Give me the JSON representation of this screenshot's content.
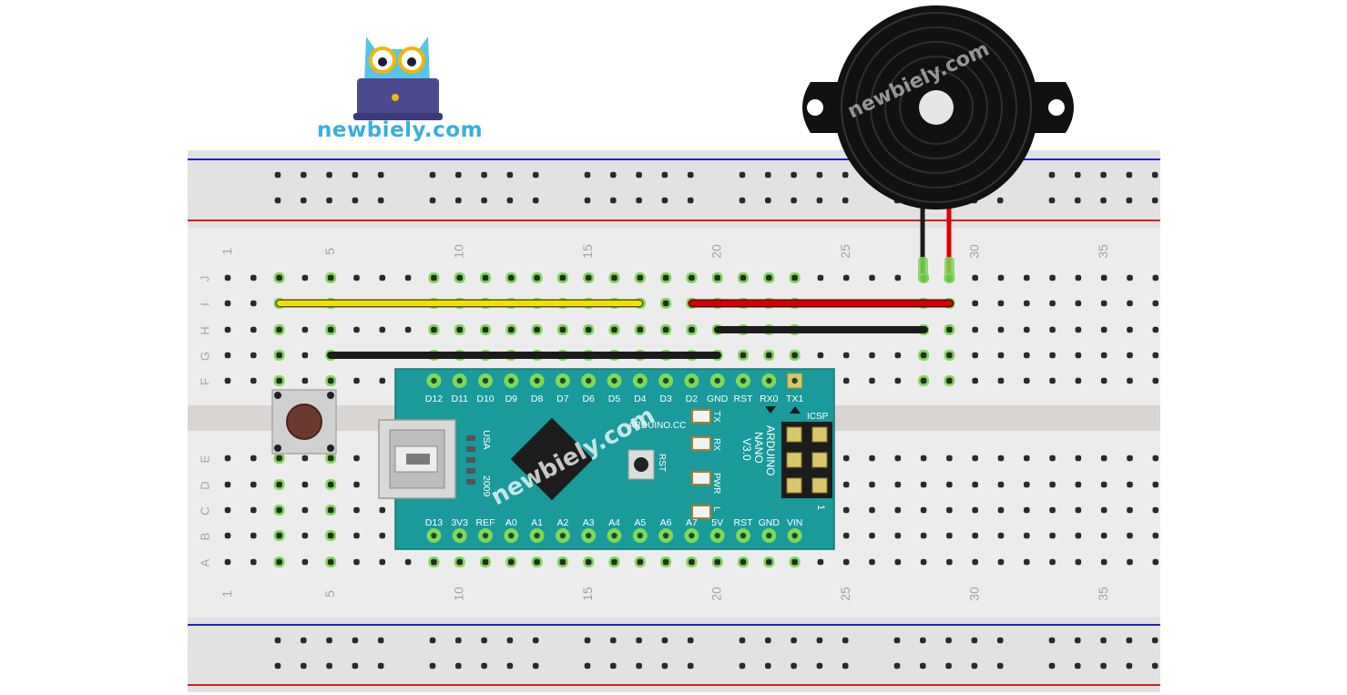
{
  "logo": {
    "text": "newbiely.com"
  },
  "watermark": {
    "text": "newbiely.com"
  },
  "breadboard": {
    "column_labels": [
      "1",
      "5",
      "10",
      "15",
      "20",
      "25",
      "30",
      "35"
    ],
    "row_labels_top": [
      "J",
      "I",
      "H",
      "G",
      "F"
    ],
    "row_labels_bottom": [
      "E",
      "D",
      "C",
      "B",
      "A"
    ]
  },
  "arduino": {
    "title_lines": [
      "ARDUINO",
      "NANO",
      "V3.0"
    ],
    "brand": "ARDUINO.CC",
    "usa": "USA",
    "year": "2009",
    "rst_button": "RST",
    "icsp": "ICSP",
    "icsp_pin1": "1",
    "top_pins": [
      "D12",
      "D11",
      "D10",
      "D9",
      "D8",
      "D7",
      "D6",
      "D5",
      "D4",
      "D3",
      "D2",
      "GND",
      "RST",
      "RX0",
      "TX1"
    ],
    "bottom_pins": [
      "D13",
      "3V3",
      "REF",
      "A0",
      "A1",
      "A2",
      "A3",
      "A4",
      "A5",
      "A6",
      "A7",
      "5V",
      "RST",
      "GND",
      "VIN"
    ],
    "leds": [
      "TX",
      "RX",
      "PWR",
      "L"
    ]
  },
  "colors": {
    "board_teal": "#1a9a9a",
    "wire_yellow": "#f0e100",
    "wire_red": "#d40000",
    "wire_black": "#1b1b1b",
    "connected_hole": "#7ed957",
    "rail_blue": "#2222cc",
    "rail_red": "#cc2222",
    "logo_blue": "#39aee0"
  }
}
